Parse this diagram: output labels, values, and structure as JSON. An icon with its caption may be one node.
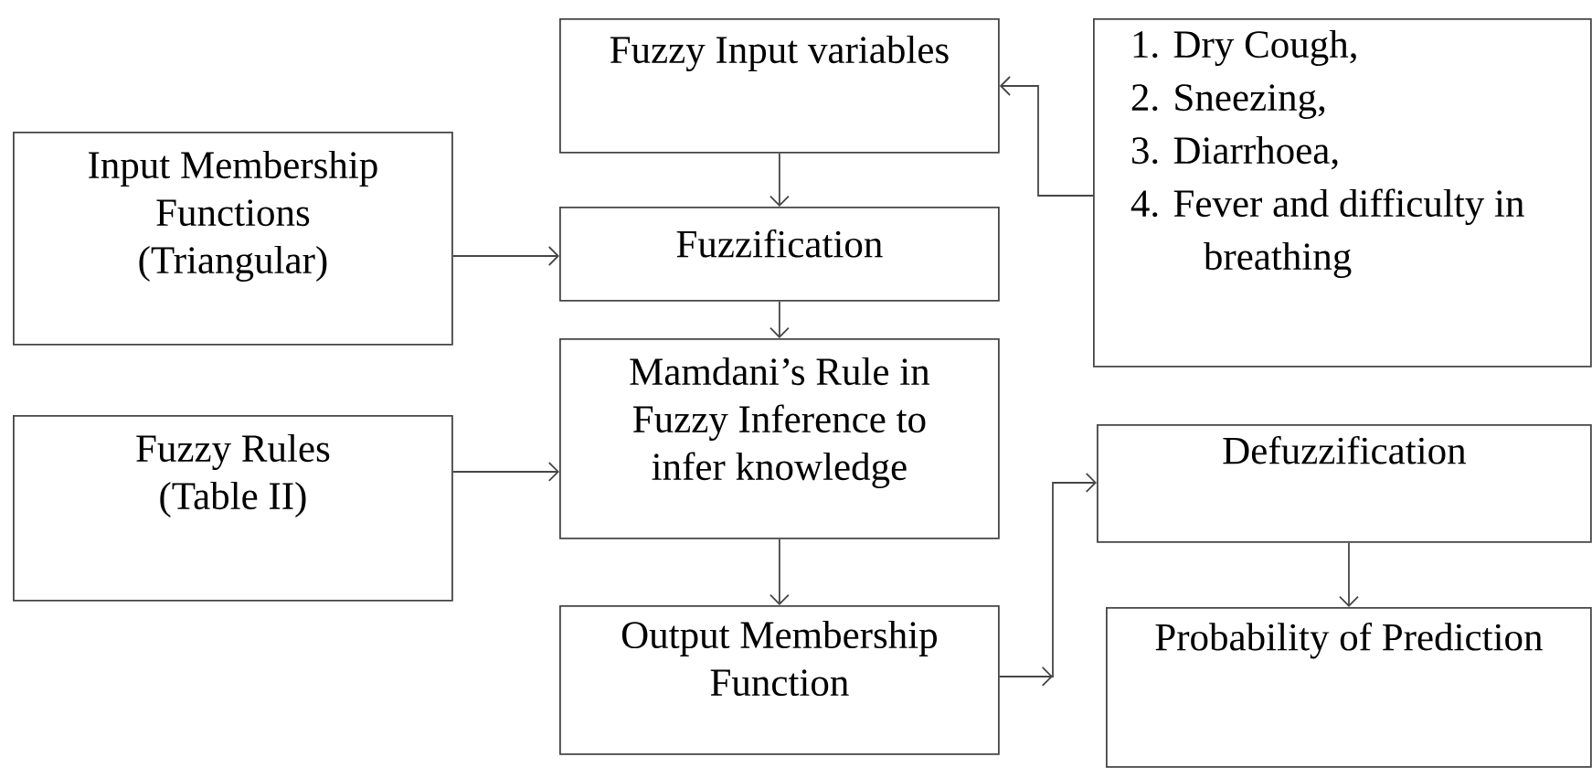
{
  "diagram": {
    "nodes": [
      {
        "text": [
          "Fuzzy Input variables"
        ]
      },
      {
        "text": [
          "1. Dry Cough,",
          "2. Sneezing,",
          "3. Diarrhoea,",
          "4. Fever and difficulty in breathing"
        ]
      },
      {
        "text": [
          "Input Membership Functions (Triangular)"
        ]
      },
      {
        "text": [
          "Fuzzification"
        ]
      },
      {
        "text": [
          "Fuzzy Rules (Table II)"
        ]
      },
      {
        "text": [
          "Mamdani’s Rule in Fuzzy Inference to infer knowledge"
        ]
      },
      {
        "text": [
          "Defuzzification"
        ]
      },
      {
        "text": [
          "Output Membership Function"
        ]
      },
      {
        "text": [
          "Probability of Prediction"
        ]
      }
    ],
    "edges": [
      {
        "from": 1,
        "to": 0,
        "arrow": "to"
      },
      {
        "from": 0,
        "to": 3,
        "arrow": "to"
      },
      {
        "from": 2,
        "to": 3,
        "arrow": "to"
      },
      {
        "from": 3,
        "to": 5,
        "arrow": "to"
      },
      {
        "from": 4,
        "to": 5,
        "arrow": "to"
      },
      {
        "from": 5,
        "to": 7,
        "arrow": "to"
      },
      {
        "from": 7,
        "to": 6,
        "arrow": "to"
      },
      {
        "from": 6,
        "to": 8,
        "arrow": "to"
      }
    ]
  }
}
